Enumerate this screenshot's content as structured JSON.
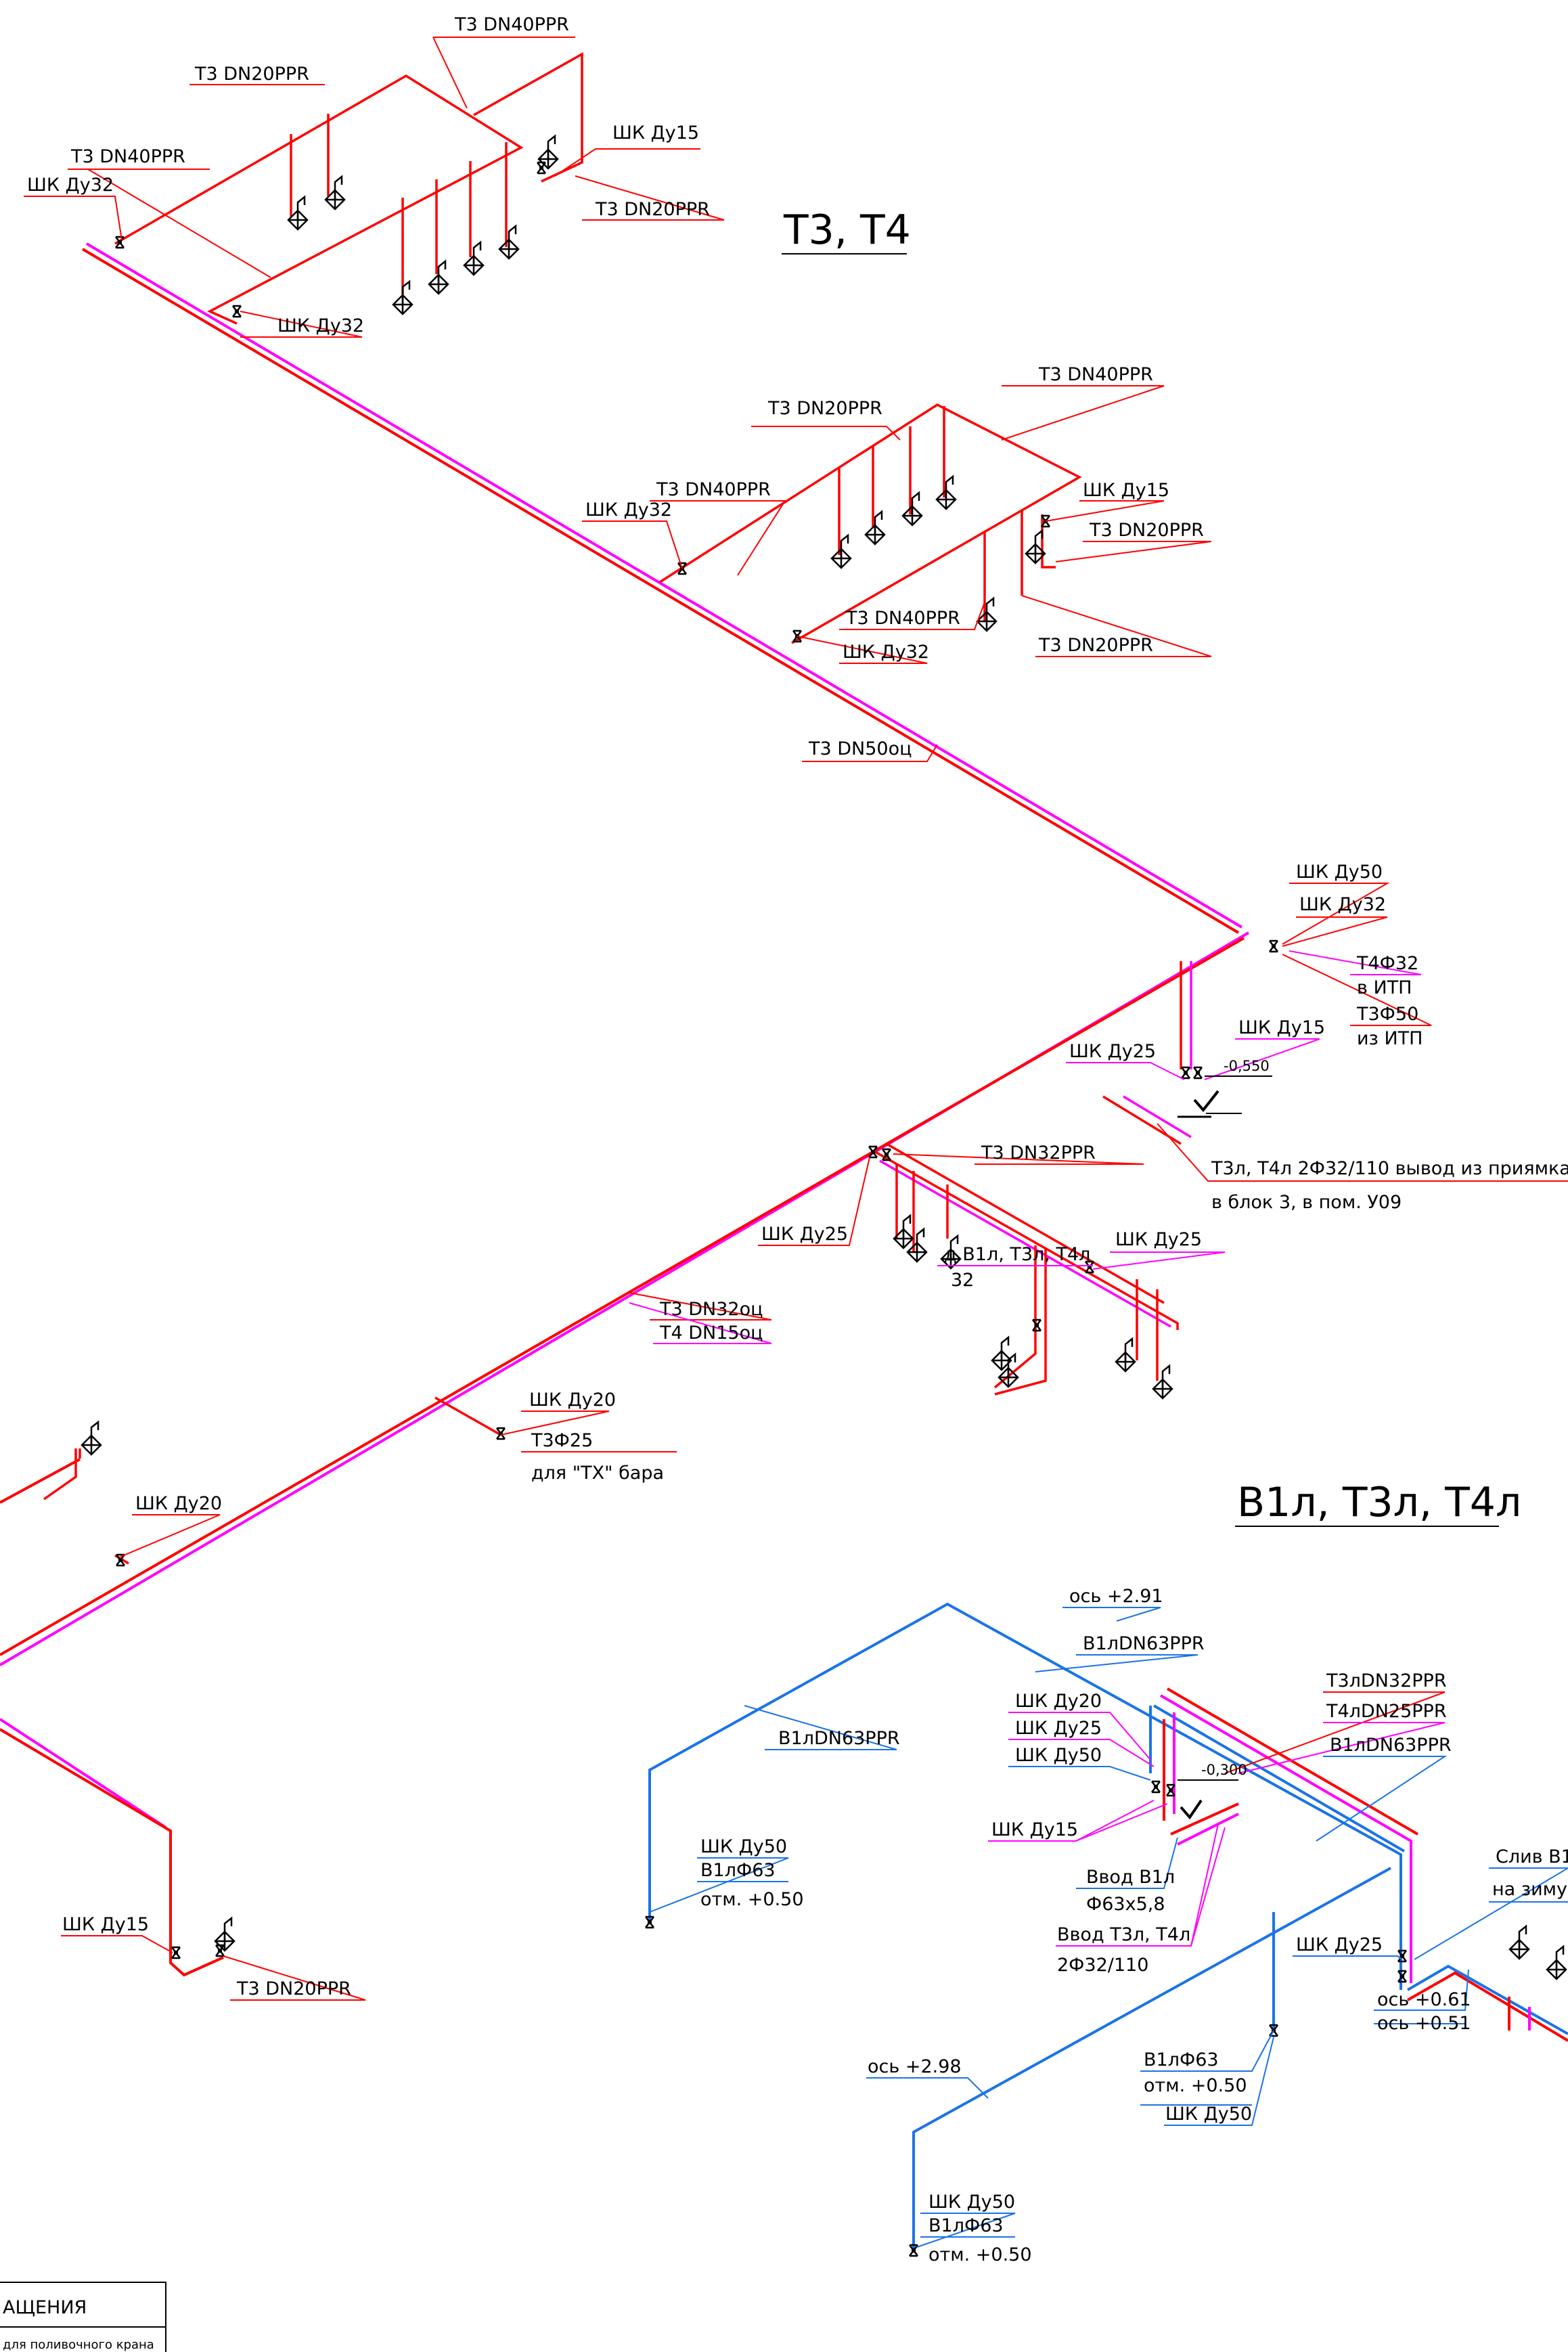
{
  "headings": {
    "hot": "T3, T4",
    "cold": "B1л, T3л, T4л"
  },
  "colors": {
    "t3": "#ff0000",
    "t4": "#ff00ff",
    "b1": "#1a73e8",
    "dark": "#000000"
  },
  "labels": {
    "l1": "T3  DN40PPR",
    "l2": "T3  DN20PPR",
    "l3": "T3  DN40PPR",
    "l4": "ШК Ду32",
    "l5": "ШК Ду15",
    "l6": "T3  DN20PPR",
    "l7": "ШК Ду32",
    "l8": "T3  DN40PPR",
    "l9": "T3  DN20PPR",
    "l10": "T3  DN40PPR",
    "l11": "ШК Ду32",
    "l12": "ШК Ду15",
    "l13": "T3  DN20PPR",
    "l14": "T3  DN40PPR",
    "l15": "ШК Ду32",
    "l16": "T3  DN20PPR",
    "l17": "T3  DN50оц",
    "l18": "ШК Ду50",
    "l19": "ШК Ду32",
    "l20": "T4Ф32",
    "l21": "в ИТП",
    "l22": "T3Ф50",
    "l23": "из ИТП",
    "l24": "ШК Ду15",
    "l25": "ШК Ду25",
    "l26": "-0,550",
    "l27": "T3л, T4л 2Ф32/110 вывод из приямка",
    "l28": "в блок 3, в пом. У09",
    "l29": "T3  DN32PPR",
    "l30": "ШК Ду25",
    "l31": "ШК Ду25",
    "l32": "д B1л, T3л, T4л",
    "l33": "32",
    "l34": "T3  DN32оц",
    "l35": "T4  DN15оц",
    "l36": "ШК Ду20",
    "l37": "T3Ф25",
    "l38": "для \"TX\" бара",
    "l39": "ШК Ду20",
    "l40": "ось +2.91",
    "l41": "B1лDN63PPR",
    "l42": "B1лDN63PPR",
    "l43": "T3лDN32PPR",
    "l44": "T4лDN25PPR",
    "l45": "B1лDN63PPR",
    "l46": "ШК Ду20",
    "l47": "ШК Ду25",
    "l48": "ШК Ду50",
    "l49": "-0,300",
    "l50": "ШК Ду15",
    "l51": "Ввод B1л",
    "l52": "Ф63х5,8",
    "l53": "Ввод T3л, T4л",
    "l54": "2Ф32/110",
    "l55": "ШК Ду50",
    "l56": "B1лФ63",
    "l57": "отм. +0.50",
    "l58": "ШК Ду25",
    "l59": "ось +0.61",
    "l60": "ось +0.51",
    "l61": "Слив B1",
    "l62": "на зиму",
    "l63": "B1лФ63",
    "l64": "отм. +0.50",
    "l65": "ШК Ду50",
    "l66": "ось +2.98",
    "l67": "ШК Ду50",
    "l68": "B1лФ63",
    "l69": "отм. +0.50",
    "l70": "ШК Ду15",
    "l71": "T3  DN20PPR"
  },
  "table": {
    "header": "АЩЕНИЯ",
    "row": "для поливочного крана"
  }
}
